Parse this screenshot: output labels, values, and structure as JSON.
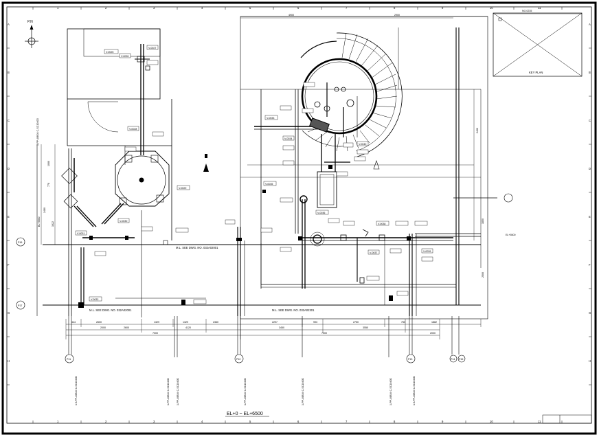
{
  "north": {
    "label": "P.N"
  },
  "grid": {
    "columns": [
      "1",
      "2",
      "3",
      "4",
      "5",
      "6",
      "7",
      "8",
      "9",
      "10",
      "11"
    ],
    "rows": [
      "A",
      "B",
      "C",
      "D",
      "E",
      "F",
      "G",
      "H"
    ]
  },
  "key_plan": {
    "label": "KEY PLAN"
  },
  "title_block": {
    "drawing_no": "NO.0235"
  },
  "notes": {
    "ml_see_1": "M.L. SEE DWG. NO. 032A02001",
    "ml_see_2": "M.L. SEE DWG. NO. 032A02001",
    "ml_see_3": "M.L. SEE DWG. NO. 032A02301",
    "elevation": "EL+0 ~ EL+6500",
    "el_right": "EL+5500",
    "el_left": "EL+5500"
  },
  "dimensions": {
    "top": [
      "4900",
      "2900"
    ],
    "bottom_row1": [
      "444",
      "2600",
      "1329",
      "1329",
      "2360",
      "2297",
      "993",
      "2750",
      "750",
      "1882"
    ],
    "bottom_row2": [
      "2000",
      "2600",
      "4120",
      "3450",
      "3550",
      "2000"
    ],
    "bottom_row3": [
      "7000",
      "7000"
    ],
    "left": [
      "1000",
      "778",
      "2480",
      "1622"
    ],
    "right": [
      "2400",
      "1850",
      "2500"
    ]
  },
  "line_labels": [
    "1.5-PP-40B04 C-SC1040D",
    "1-PP-40B04 C-SC1040D",
    "1-PP-40B04 C-SC1040D",
    "1-PP-40B04 C-SC1040D",
    "1-PP-40B04 C-SC1040D",
    "1-PP-40B04 C-SC1040D",
    "1.5-PP-40B04 C-SC1040D",
    "1-PP-40B04 C-SC1040D"
  ],
  "connectors": [
    "P11",
    "P12",
    "P13",
    "P14",
    "P15",
    "P16",
    "P17"
  ],
  "tags": [
    "V-0025",
    "V-0026",
    "V-0027",
    "V-0028",
    "V-0029",
    "V-0030",
    "V-0031",
    "V-0032",
    "V-0033",
    "V-0034",
    "V-0035",
    "V-0036",
    "V-0037",
    "V-0038",
    "V-0039",
    "V-0040"
  ],
  "colors": {
    "ink": "#000000",
    "paper": "#ffffff"
  }
}
